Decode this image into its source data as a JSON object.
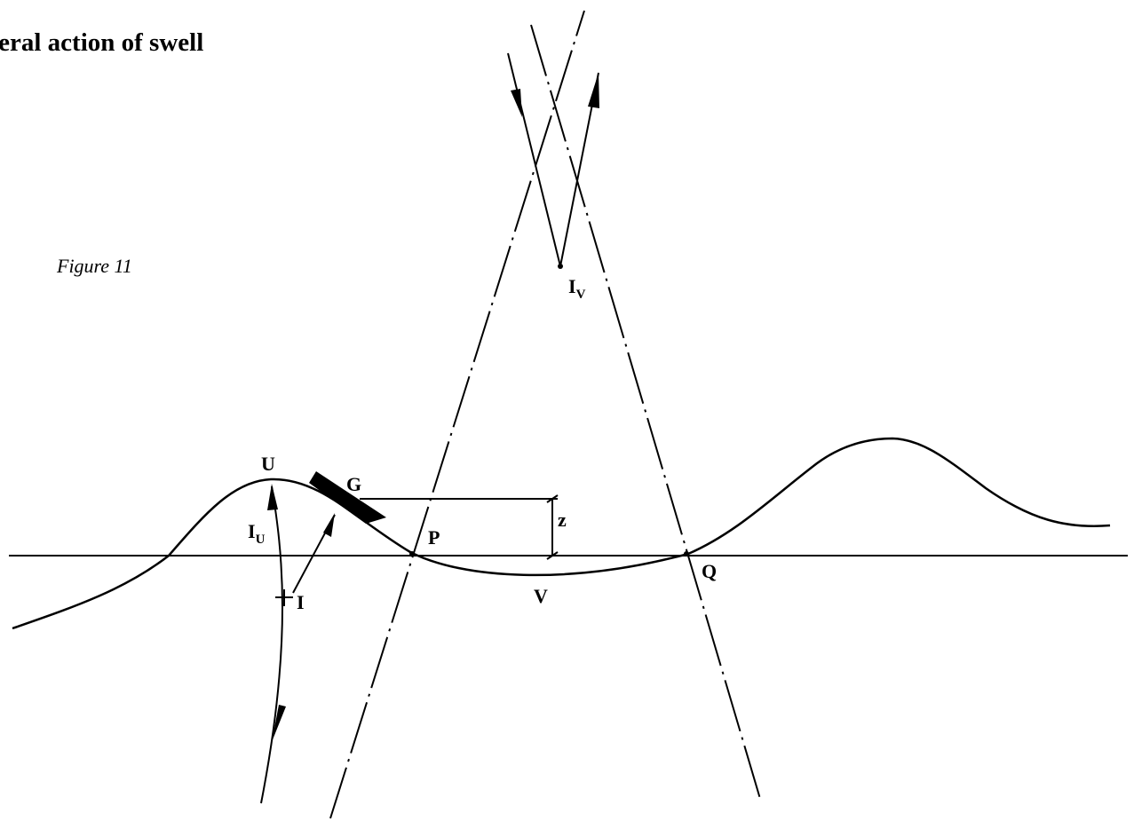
{
  "heading": "neral action of swell",
  "caption": "Figure 11",
  "labels": {
    "U": "U",
    "G": "G",
    "P": "P",
    "Q": "Q",
    "V": "V",
    "z": "z",
    "I": "I",
    "IU_main": "I",
    "IU_sub": "U",
    "IV_main": "I",
    "IV_sub": "V"
  }
}
